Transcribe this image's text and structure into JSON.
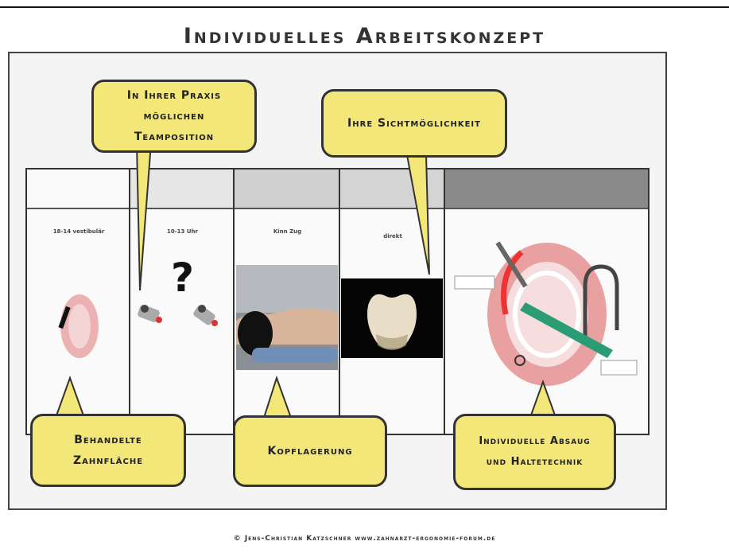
{
  "title": "Individuelles Arbeitskonzept",
  "bubbles": {
    "team": "In Ihrer Praxis möglichen Teamposition",
    "sicht": "Ihre Sichtmöglichkeit",
    "zahn": "Behandelte Zahnfläche",
    "kopf": "Kopflagerung",
    "absaug": "Individuelle Absaug und Haltetechnik"
  },
  "columns": {
    "c1_sub": "18-14 vestibulär",
    "c2_sub": "10-13 Uhr",
    "c3_sub": "Kinn Zug",
    "c4_sub": "direkt"
  },
  "question_mark": "?",
  "footer": "© Jens-Christian Katzschner   www.zahnarzt-ergonomie-forum.de",
  "colors": {
    "bubble": "#f3e77a",
    "tool_green": "#2a9d76",
    "gum": "#e8a0a0"
  }
}
